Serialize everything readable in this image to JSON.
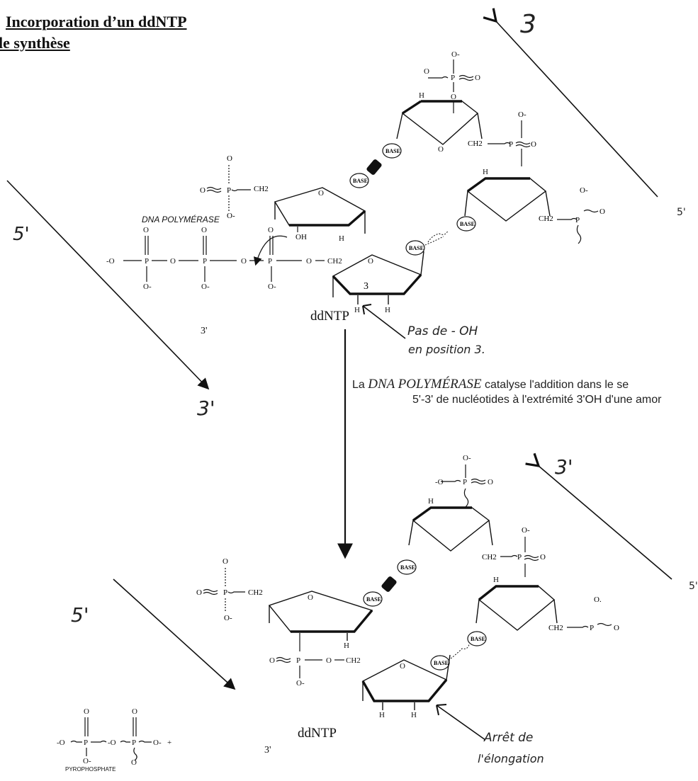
{
  "title": {
    "line1": "Incorporation d’un ddNTP",
    "line2": "le synthèse"
  },
  "strand_ends": {
    "top_right_3": "3",
    "top_right_5": "5'",
    "top_left_5": "5'",
    "top_left_3": "3'",
    "top_bottom_3": "3'",
    "bottom_right_3": "3'",
    "bottom_right_5": "5'",
    "bottom_left_5": "5'",
    "bottom_bottom_3": "3'"
  },
  "enzyme_label": "DNA POLYMÉRASE",
  "ddntp_label_top": "ddNTP",
  "ddntp_label_bottom": "ddNTP",
  "annotation_no_oh": {
    "line1": "Pas de - OH",
    "line2": "en position 3."
  },
  "annotation_stop": {
    "line1": "Arrêt de",
    "line2": "l'élongation"
  },
  "caption": {
    "prefix": "La",
    "enzyme": "DNA POLYMÉRASE",
    "rest1": "catalyse l'addition dans le se",
    "line2": "5'-3' de nucléotides à l'extrémité 3'OH d'une amor"
  },
  "pyrophosphate_label": "PYROPHOSPHATE",
  "base_label": "BASE",
  "atoms": {
    "oh": "OH",
    "h": "H",
    "ch2": "CH2",
    "p": "P",
    "o": "O",
    "o_minus": "O-",
    "three": "3"
  }
}
